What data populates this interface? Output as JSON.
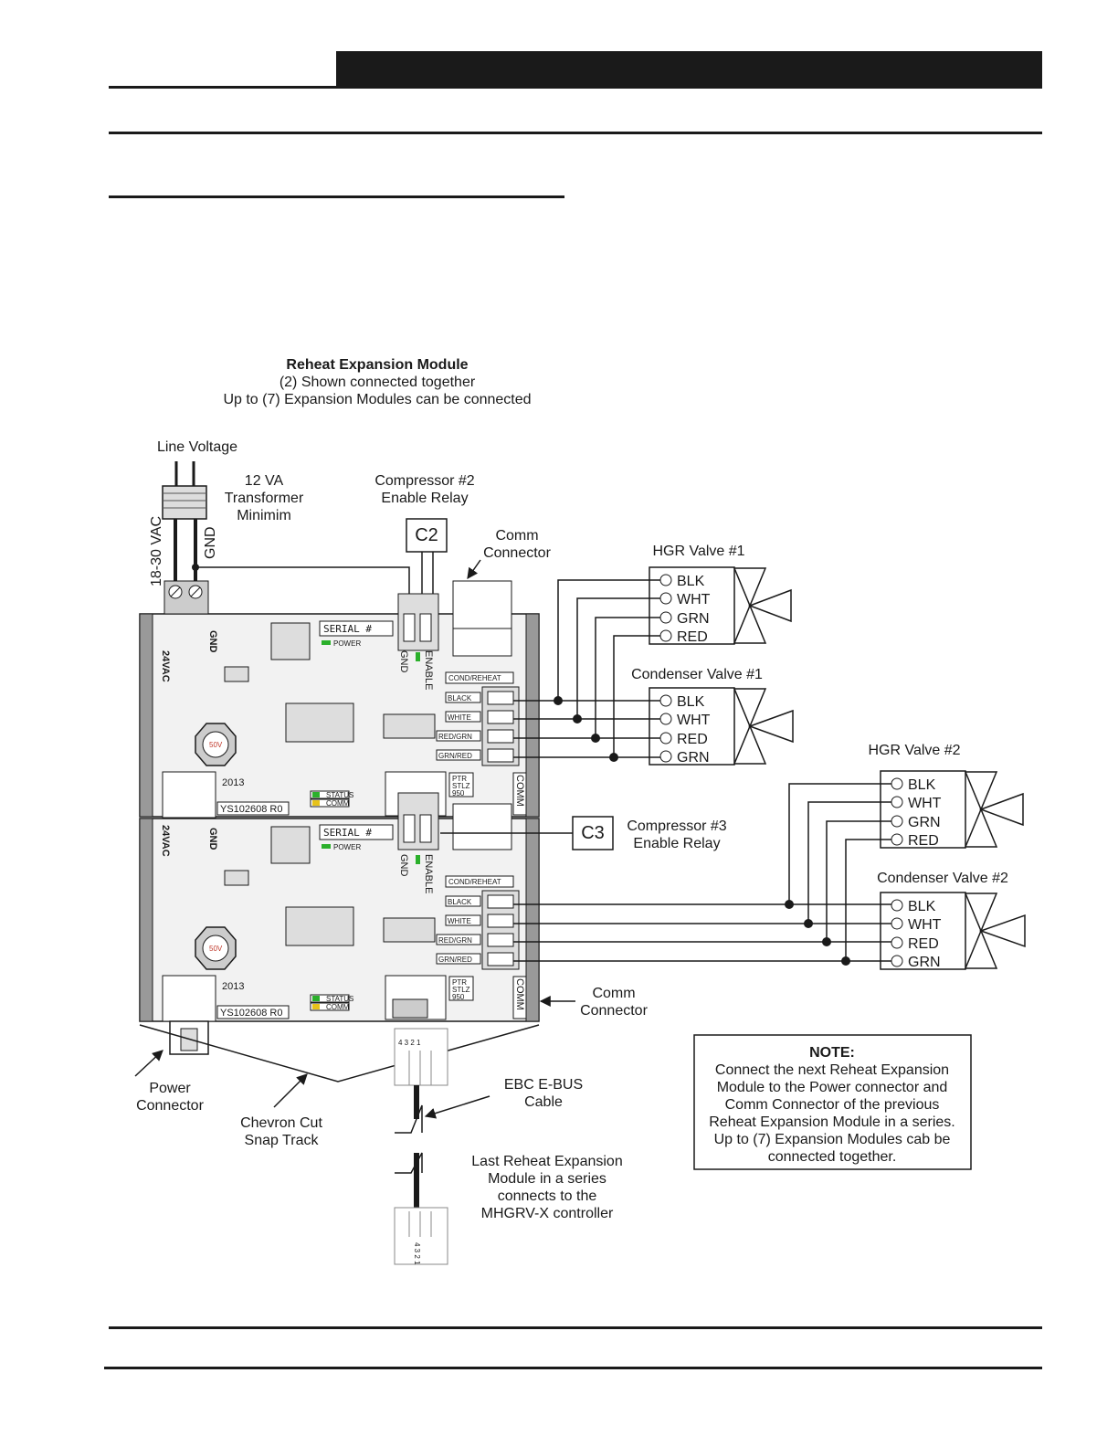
{
  "title": {
    "line1": "Reheat Expansion Module",
    "line2": "(2) Shown connected together",
    "line3": "Up to (7) Expansion Modules can be connected"
  },
  "labels": {
    "line_voltage": "Line Voltage",
    "vac": "18-30 VAC",
    "gnd": "GND",
    "transformer": [
      "12 VA",
      "Transformer",
      "Minimim"
    ],
    "comp2": [
      "Compressor #2",
      "Enable Relay"
    ],
    "comp3": [
      "Compressor #3",
      "Enable Relay"
    ],
    "c2": "C2",
    "c3": "C3",
    "comm_top": [
      "Comm",
      "Connector"
    ],
    "comm_bottom": [
      "Comm",
      "Connector"
    ],
    "power_connector": [
      "Power",
      "Connector"
    ],
    "chevron": [
      "Chevron Cut",
      "Snap Track"
    ],
    "ebus": [
      "EBC E-BUS",
      "Cable"
    ],
    "last_module": [
      "Last Reheat Expansion",
      "Module in a series",
      "connects to the",
      "MHGRV-X controller"
    ]
  },
  "valves": [
    {
      "name": "HGR Valve #1",
      "wires": [
        "BLK",
        "WHT",
        "GRN",
        "RED"
      ]
    },
    {
      "name": "Condenser Valve #1",
      "wires": [
        "BLK",
        "WHT",
        "RED",
        "GRN"
      ]
    },
    {
      "name": "HGR Valve #2",
      "wires": [
        "BLK",
        "WHT",
        "GRN",
        "RED"
      ]
    },
    {
      "name": "Condenser Valve #2",
      "wires": [
        "BLK",
        "WHT",
        "RED",
        "GRN"
      ]
    }
  ],
  "board": {
    "serial": "SERIAL #",
    "power": "POWER",
    "gnd": "GND",
    "enable": "ENABLE",
    "v24": "24VAC",
    "tb_gnd": "GND",
    "cond_reheat": "COND/REHEAT",
    "terminals": [
      "BLACK",
      "WHITE",
      "RED/GRN",
      "GRN/RED"
    ],
    "comm": "COMM",
    "status": "STATUS",
    "comm_led": "COMM",
    "year": "2013",
    "part": "YS102608 R0",
    "ptr": [
      "PTR",
      "STLZ",
      "950"
    ],
    "v50": "50V"
  },
  "note": {
    "heading": "NOTE:",
    "lines": [
      "Connect the next Reheat Expansion",
      "Module to the Power connector and",
      "Comm Connector of the previous",
      "Reheat Expansion Module in a series.",
      "Up to (7) Expansion Modules cab be",
      "connected together."
    ]
  },
  "plug_pins": "4 3 2 1"
}
